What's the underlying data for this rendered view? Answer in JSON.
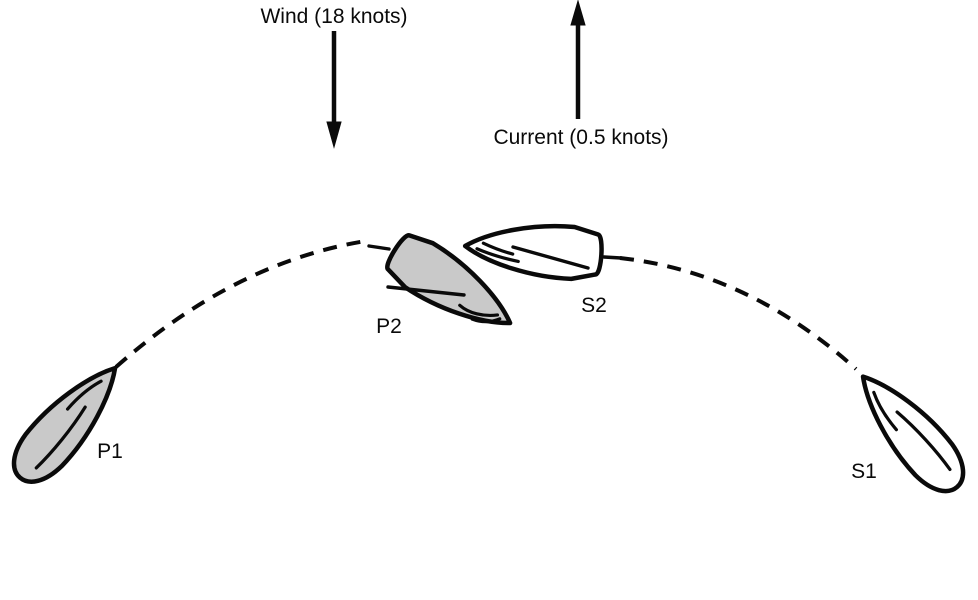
{
  "diagram": {
    "wind": {
      "label": "Wind (18 knots)",
      "direction": "down"
    },
    "current": {
      "label": "Current (0.5 knots)",
      "direction": "up"
    },
    "course": {
      "style": "dashed",
      "shape": "arc"
    },
    "boats": [
      {
        "label": "P1",
        "fill_color": "#c9c9c9",
        "hull": "gray",
        "position": "lower-left"
      },
      {
        "label": "P2",
        "fill_color": "#c9c9c9",
        "hull": "gray",
        "position": "top-center"
      },
      {
        "label": "S2",
        "fill_color": "#ffffff",
        "hull": "white",
        "position": "top-center-right"
      },
      {
        "label": "S1",
        "fill_color": "#ffffff",
        "hull": "white",
        "position": "lower-right"
      }
    ],
    "colors": {
      "ink": "#0a0a0a",
      "background": "#ffffff",
      "gray_hull": "#c9c9c9"
    }
  }
}
